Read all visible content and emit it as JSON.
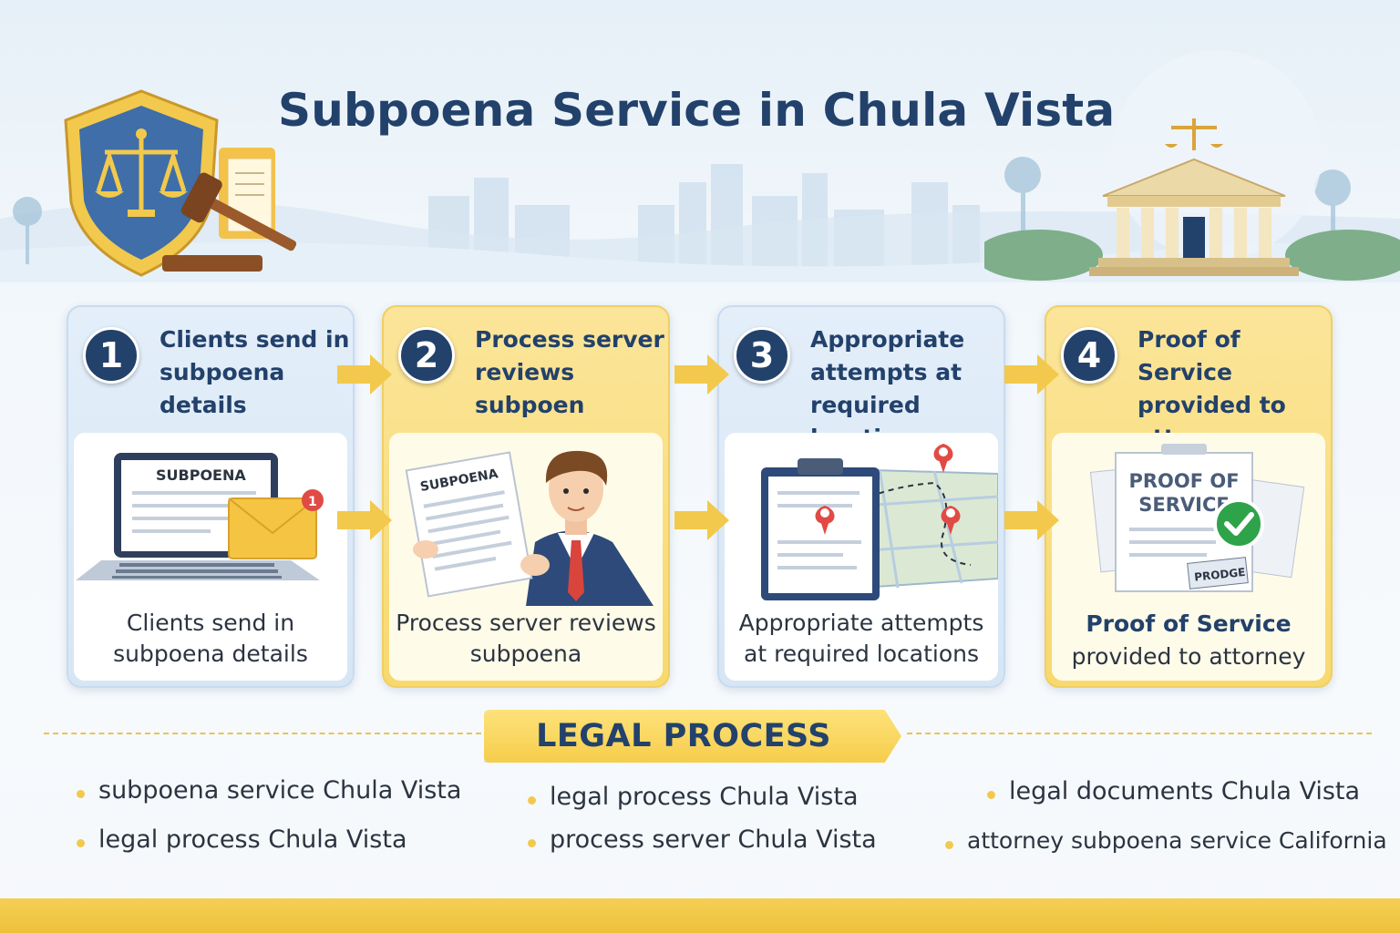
{
  "title": "Subpoena Service in Chula Vista",
  "steps": [
    {
      "number": "1",
      "heading": "Clients send in subpoena details",
      "caption": "Clients send in subpoena details",
      "doc_label": "SUBPOENA",
      "notification_count": "1"
    },
    {
      "number": "2",
      "heading": "Process server reviews subpoen",
      "caption": "Process server reviews subpoena",
      "doc_label": "SUBPOENA"
    },
    {
      "number": "3",
      "heading": "Appropriate attempts at required locations",
      "caption": "Appropriate attempts at required locations"
    },
    {
      "number": "4",
      "heading": "Proof of Service provided to attorney",
      "caption_bold": "Proof of Service",
      "caption_rest": "provided to attorney",
      "doc_label_line1": "PROOF OF",
      "doc_label_line2": "SERVICE",
      "stamp_label": "PRODGE"
    }
  ],
  "banner": "LEGAL PROCESS",
  "keywords": {
    "col1": [
      "subpoena service Chula Vista",
      "legal process Chula Vista"
    ],
    "col2": [
      "legal process Chula Vista",
      "process server Chula Vista"
    ],
    "col3": [
      "legal documents Chula Vista",
      "attorney subpoena service California"
    ]
  },
  "colors": {
    "navy": "#22416b",
    "gold": "#f2c94c",
    "light_blue": "#dbe9f6",
    "pin_red": "#e04b45",
    "check_green": "#2fa34a"
  }
}
